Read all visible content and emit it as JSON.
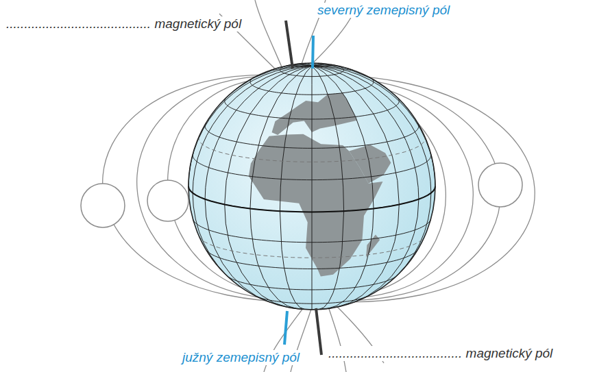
{
  "diagram": {
    "labels": [
      "........................................ magnetický pól",
      "severný zemepisný pól",
      "južný zemepisný pól",
      "..................................... magnetický pól"
    ]
  }
}
